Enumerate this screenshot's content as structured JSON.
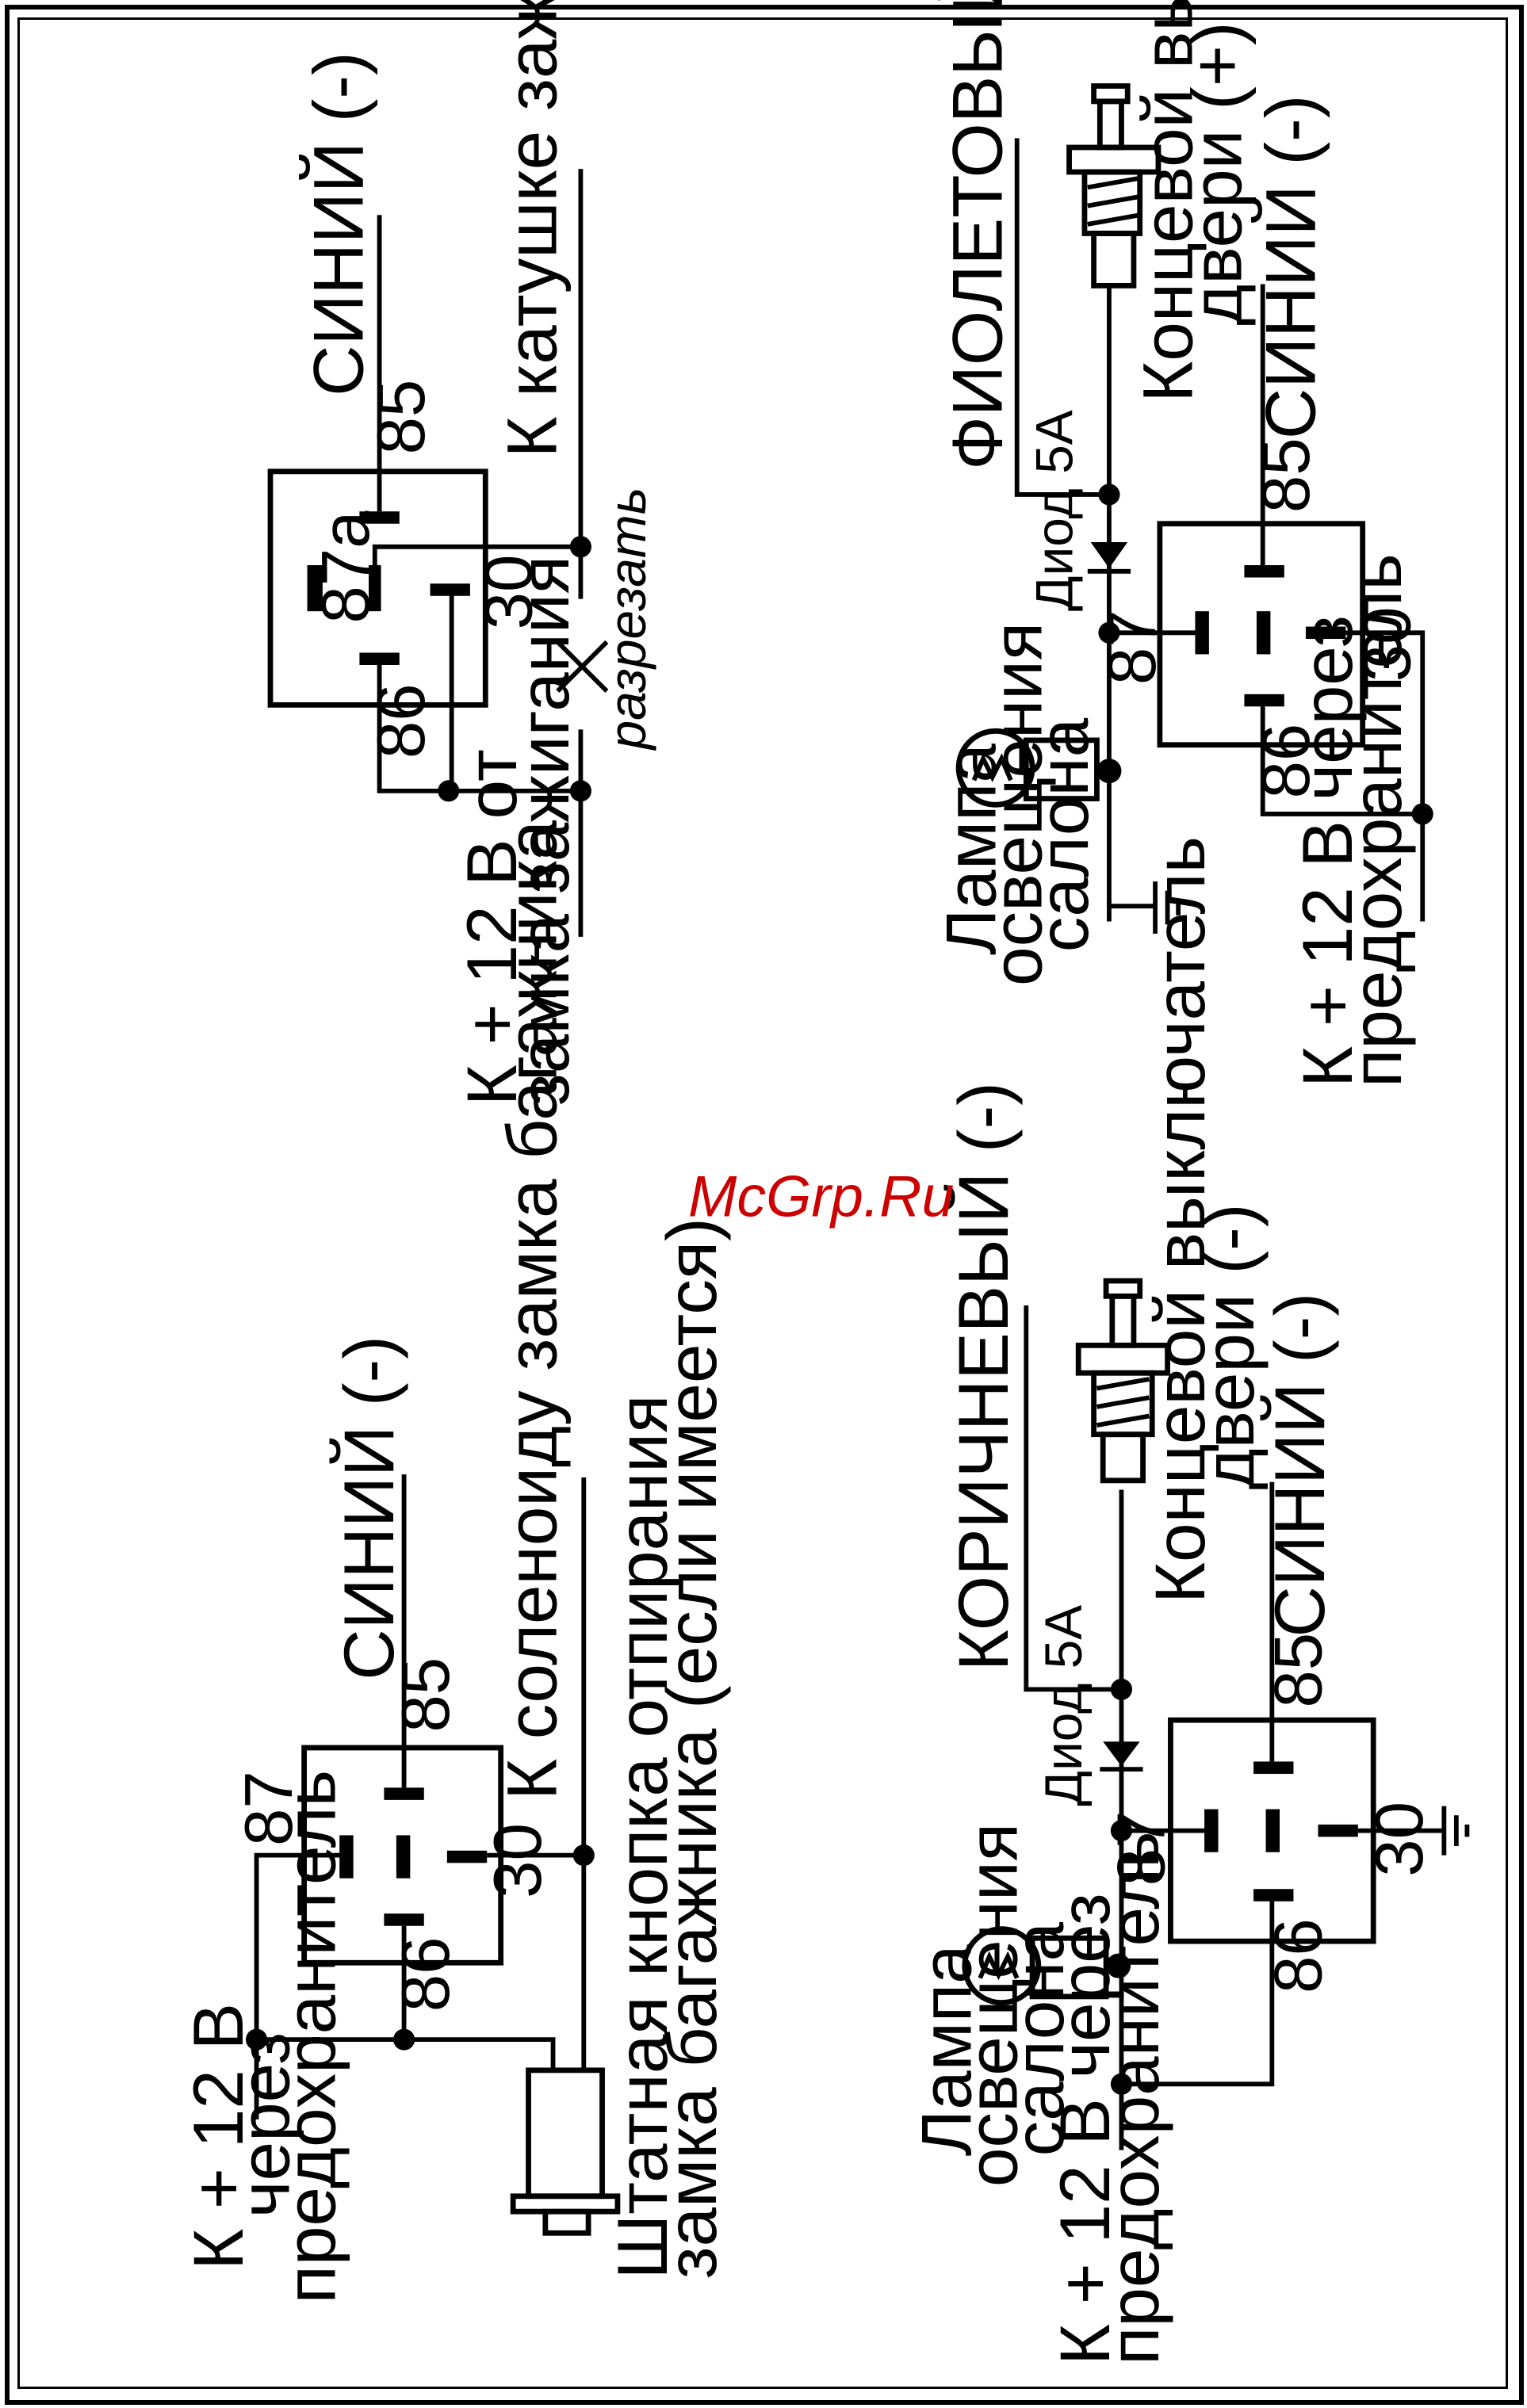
{
  "watermark": "McGrp.Ru",
  "colors": {
    "ink": "#000000",
    "watermark": "#cc0000",
    "background": "#ffffff"
  },
  "icons": [
    "relay-icon",
    "bulb-icon",
    "door-switch-icon",
    "trunk-button-icon",
    "diode-icon",
    "ground-icon",
    "cut-mark-icon"
  ],
  "ignition_relay": {
    "wire_blue": "СИНИЙ (-)",
    "to_coil": "К катушке зажигания",
    "from_ignition": [
      "К + 12 В от",
      "замка зажигания"
    ],
    "cut": "разрезать",
    "pins": {
      "p85": "85",
      "p86": "86",
      "p87a": "87а",
      "p30": "30"
    }
  },
  "trunk_relay": {
    "wire_blue": "СИНИЙ (-)",
    "to_solenoid": "К соленоиду замка багажника",
    "supply": [
      "К + 12 В",
      "через",
      "предохранитель"
    ],
    "button": [
      "Штатная кнопка отпирания",
      "замка багажника (если имеется)"
    ],
    "pins": {
      "p85": "85",
      "p86": "86",
      "p87": "87",
      "p30": "30"
    }
  },
  "door_plus_relay": {
    "wire_violet": "ФИОЛЕТОВЫЙ (+)",
    "switch": [
      "Концевой выключатель",
      "двери (+)"
    ],
    "wire_blue": "СИНИЙ (-)",
    "diode": "Диод 5А",
    "lamp": [
      "Лампа",
      "освещения",
      "салона"
    ],
    "supply": [
      "К + 12 В через",
      "предохранитель"
    ],
    "pins": {
      "p85": "85",
      "p86": "86",
      "p87": "87",
      "p30": "30"
    }
  },
  "door_minus_relay": {
    "wire_brown": "КОРИЧНЕВЫЙ (-)",
    "switch": [
      "Концевой выключатель",
      "двери (-)"
    ],
    "wire_blue": "СИНИЙ (-)",
    "diode": "Диод 5А",
    "lamp": [
      "Лампа",
      "освещения",
      "салона"
    ],
    "supply": [
      "К + 12 В через",
      "предохранитель"
    ],
    "pins": {
      "p85": "85",
      "p86": "86",
      "p87": "87",
      "p30": "30"
    }
  }
}
